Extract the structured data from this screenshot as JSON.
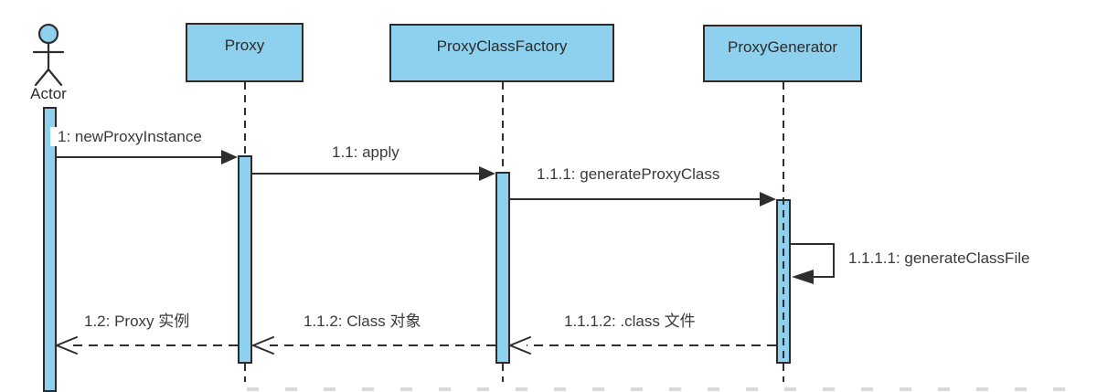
{
  "actor": {
    "label": "Actor"
  },
  "participants": [
    {
      "label": "Proxy"
    },
    {
      "label": "ProxyClassFactory"
    },
    {
      "label": "ProxyGenerator"
    }
  ],
  "messages": [
    {
      "label": "1: newProxyInstance",
      "type": "sync",
      "from": "Actor",
      "to": "Proxy"
    },
    {
      "label": "1.1: apply",
      "type": "sync",
      "from": "Proxy",
      "to": "ProxyClassFactory"
    },
    {
      "label": "1.1.1: generateProxyClass",
      "type": "sync",
      "from": "ProxyClassFactory",
      "to": "ProxyGenerator"
    },
    {
      "label": "1.1.1.1: generateClassFile",
      "type": "self",
      "from": "ProxyGenerator",
      "to": "ProxyGenerator"
    },
    {
      "label": "1.2: Proxy 实例",
      "type": "return",
      "from": "Proxy",
      "to": "Actor"
    },
    {
      "label": "1.1.2: Class 对象",
      "type": "return",
      "from": "ProxyClassFactory",
      "to": "Proxy"
    },
    {
      "label": "1.1.1.2: .class 文件",
      "type": "return",
      "from": "ProxyGenerator",
      "to": "ProxyClassFactory"
    }
  ],
  "colors": {
    "shape_fill": "#8DD1EE",
    "shape_border": "#2B2B2B",
    "line": "#2E2E2E",
    "text": "#353535",
    "background": "#FFFFFF"
  }
}
